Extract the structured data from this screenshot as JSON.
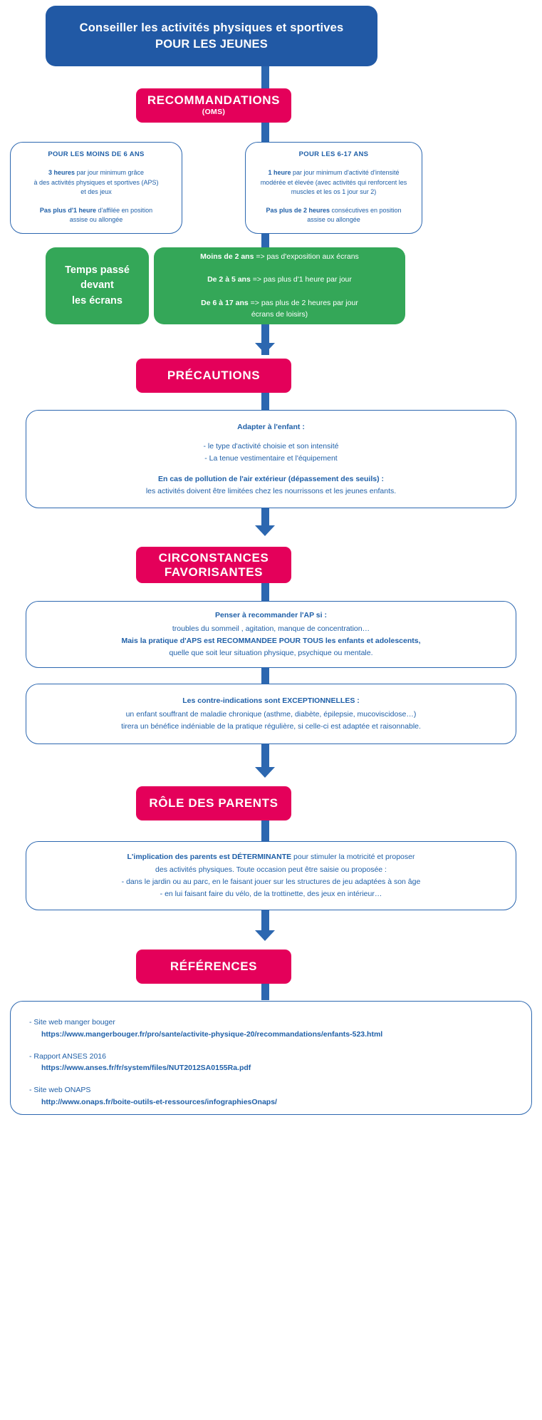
{
  "colors": {
    "blue_dark": "#2159A5",
    "blue_line": "#2C67B0",
    "blue_text": "#2060A8",
    "pink": "#E4005A",
    "green": "#34A758",
    "white": "#FFFFFF"
  },
  "header": {
    "line1": "Conseiller les activités physiques et sportives",
    "line2": "POUR LES JEUNES"
  },
  "sections": {
    "recommandations": {
      "title": "RECOMMANDATIONS",
      "subtitle": "(OMS)"
    },
    "precautions": {
      "title": "PRÉCAUTIONS"
    },
    "circonstances": {
      "line1": "CIRCONSTANCES",
      "line2": "FAVORISANTES"
    },
    "role_parents": {
      "title": "RÔLE DES PARENTS"
    },
    "references": {
      "title": "RÉFÉRENCES"
    }
  },
  "age_boxes": [
    {
      "heading": "POUR LES MOINS DE 6 ANS",
      "para1_bold": "3 heures",
      "para1_rest": " par jour minimum grâce",
      "para1_line2": "à des activités physiques et sportives (APS)",
      "para1_line3": "et des jeux",
      "para2_bold": "Pas plus d'1 heure",
      "para2_rest": " d'affilée en position",
      "para2_line2": "assise ou allongée"
    },
    {
      "heading": "POUR LES 6-17 ANS",
      "para1_bold": "1 heure",
      "para1_rest": " par jour minimum d'activité d'intensité",
      "para1_line2": "modérée et élevée (avec activités qui renforcent les",
      "para1_line3": "muscles et les os 1 jour sur 2)",
      "para2_bold": "Pas plus de 2 heures",
      "para2_rest": " consécutives en position",
      "para2_line2": "assise ou allongée"
    }
  ],
  "screens": {
    "label_line1": "Temps passé",
    "label_line2": "devant",
    "label_line3": "les écrans",
    "rules": [
      {
        "bold": "Moins de 2 ans",
        "rest": " => pas d'exposition aux écrans"
      },
      {
        "bold": "De 2 à 5 ans",
        "rest": " => pas plus d'1 heure par jour"
      },
      {
        "bold": "De 6 à 17 ans",
        "rest": " => pas plus de 2 heures par jour",
        "rest2": "écrans de loisirs)"
      }
    ]
  },
  "precautions_body": {
    "lead": "Adapter à l'enfant :",
    "line1": "- le type d'activité choisie et son intensité",
    "line2": "- La tenue vestimentaire et l'équipement",
    "lead2": "En cas de pollution de l'air extérieur (dépassement des seuils) :",
    "line3": "les activités doivent être limitées chez les nourrissons et les jeunes enfants."
  },
  "circonstances_body": {
    "lead": "Penser à recommander l'AP si :",
    "line1": "troubles du sommeil , agitation, manque de concentration…",
    "line2": "Mais la pratique d'APS est RECOMMANDEE POUR TOUS les enfants et adolescents,",
    "line3": "quelle que soit leur situation physique, psychique ou mentale."
  },
  "contre_indications_body": {
    "lead": "Les contre-indications sont EXCEPTIONNELLES :",
    "line1": "un enfant souffrant de maladie chronique (asthme, diabète, épilepsie, mucoviscidose…)",
    "line2": "tirera un bénéfice indéniable de la pratique régulière, si celle-ci est adaptée et raisonnable."
  },
  "parents_body": {
    "lead_bold": "L'implication des parents est DÉTERMINANTE",
    "lead_rest": " pour stimuler la motricité et proposer",
    "line1": "des activités physiques. Toute occasion peut être saisie ou proposée :",
    "line2": "- dans le jardin ou au parc, en le faisant jouer sur les structures de jeu adaptées à son âge",
    "line3": "- en lui faisant faire du vélo, de la trottinette, des jeux en intérieur…"
  },
  "references_list": [
    {
      "name": "- Site web manger bouger",
      "url": "https://www.mangerbouger.fr/pro/sante/activite-physique-20/recommandations/enfants-523.html"
    },
    {
      "name": "- Rapport ANSES 2016",
      "url": "https://www.anses.fr/fr/system/files/NUT2012SA0155Ra.pdf"
    },
    {
      "name": "- Site web ONAPS",
      "url": "http://www.onaps.fr/boite-outils-et-ressources/infographiesOnaps/"
    }
  ]
}
